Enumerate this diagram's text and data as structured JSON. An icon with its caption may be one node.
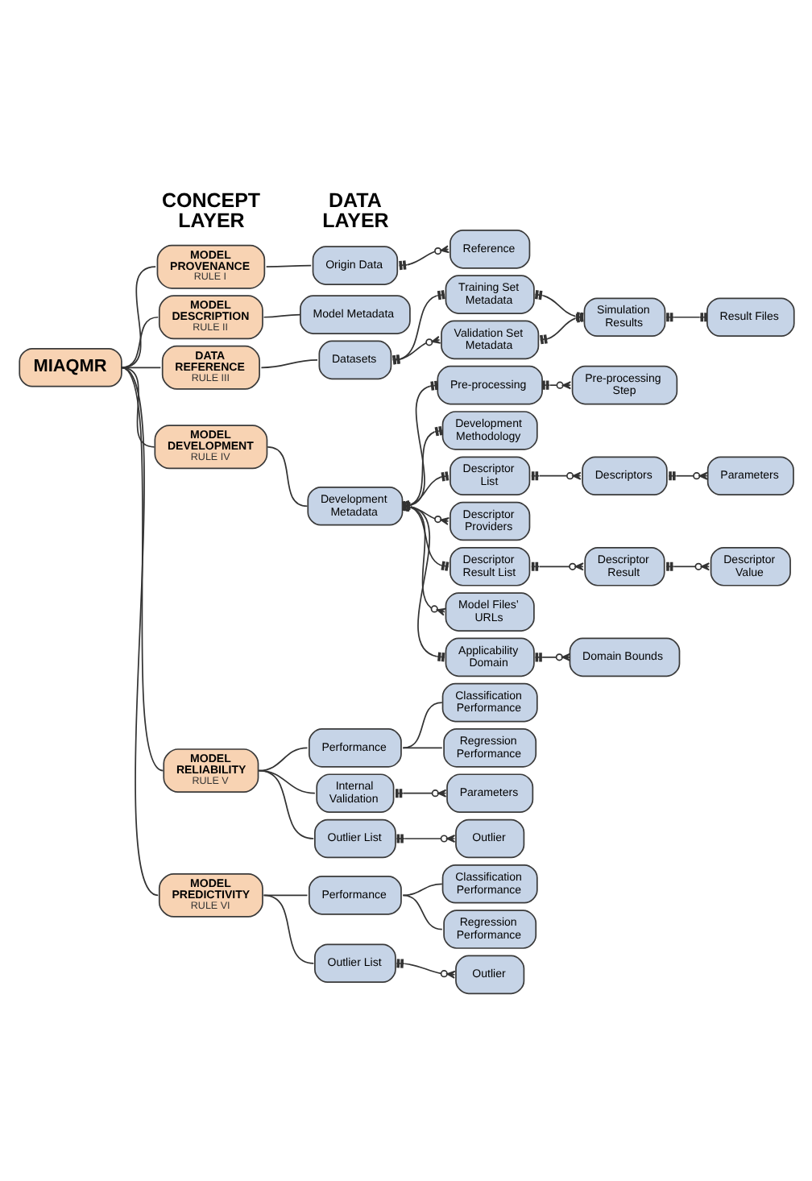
{
  "diagram": {
    "nodes": [
      {
        "text": [
          "MIAQMR"
        ]
      },
      {
        "text": [
          "MODEL PROVENANCE",
          "RULE I"
        ]
      },
      {
        "text": [
          "MODEL DESCRIPTION",
          "RULE II"
        ]
      },
      {
        "text": [
          "DATA REFERENCE",
          "RULE III"
        ]
      },
      {
        "text": [
          "MODEL DEVELOPMENT",
          "RULE IV"
        ]
      },
      {
        "text": [
          "MODEL RELIABILITY",
          "RULE V"
        ]
      },
      {
        "text": [
          "MODEL PREDICTIVITY",
          "RULE VI"
        ]
      },
      {
        "text": [
          "Origin Data"
        ]
      },
      {
        "text": [
          "Reference"
        ]
      },
      {
        "text": [
          "Model Metadata"
        ]
      },
      {
        "text": [
          "Datasets"
        ]
      },
      {
        "text": [
          "Training Set Metadata"
        ]
      },
      {
        "text": [
          "Validation Set Metadata"
        ]
      },
      {
        "text": [
          "Simulation Results"
        ]
      },
      {
        "text": [
          "Result Files"
        ]
      },
      {
        "text": [
          "Development Metadata"
        ]
      },
      {
        "text": [
          "Pre-processing"
        ]
      },
      {
        "text": [
          "Pre-processing Step"
        ]
      },
      {
        "text": [
          "Development Methodology"
        ]
      },
      {
        "text": [
          "Descriptor List"
        ]
      },
      {
        "text": [
          "Descriptors"
        ]
      },
      {
        "text": [
          "Parameters"
        ]
      },
      {
        "text": [
          "Descriptor Providers"
        ]
      },
      {
        "text": [
          "Descriptor Result List"
        ]
      },
      {
        "text": [
          "Descriptor Result"
        ]
      },
      {
        "text": [
          "Descriptor Value"
        ]
      },
      {
        "text": [
          "Model Files’ URLs"
        ]
      },
      {
        "text": [
          "Applicability Domain"
        ]
      },
      {
        "text": [
          "Domain Bounds"
        ]
      },
      {
        "text": [
          "Performance"
        ]
      },
      {
        "text": [
          "Classification Performance"
        ]
      },
      {
        "text": [
          "Regression Performance"
        ]
      },
      {
        "text": [
          "Internal Validation"
        ]
      },
      {
        "text": [
          "Parameters"
        ]
      },
      {
        "text": [
          "Outlier List"
        ]
      },
      {
        "text": [
          "Outlier"
        ]
      },
      {
        "text": [
          "Performance"
        ]
      },
      {
        "text": [
          "Classification Performance"
        ]
      },
      {
        "text": [
          "Regression Performance"
        ]
      },
      {
        "text": [
          "Outlier List"
        ]
      },
      {
        "text": [
          "Outlier"
        ]
      }
    ],
    "edges": [
      {
        "from": 0,
        "to": 1,
        "arrow": "none"
      },
      {
        "from": 0,
        "to": 2,
        "arrow": "none"
      },
      {
        "from": 0,
        "to": 3,
        "arrow": "none"
      },
      {
        "from": 0,
        "to": 4,
        "arrow": "none"
      },
      {
        "from": 0,
        "to": 5,
        "arrow": "none"
      },
      {
        "from": 0,
        "to": 6,
        "arrow": "none"
      },
      {
        "from": 1,
        "to": 7,
        "arrow": "none"
      },
      {
        "from": 7,
        "to": 8,
        "arrow": "other"
      },
      {
        "from": 2,
        "to": 9,
        "arrow": "none"
      },
      {
        "from": 3,
        "to": 10,
        "arrow": "none"
      },
      {
        "from": 10,
        "to": 11,
        "arrow": "other"
      },
      {
        "from": 10,
        "to": 12,
        "arrow": "other"
      },
      {
        "from": 11,
        "to": 13,
        "arrow": "other"
      },
      {
        "from": 12,
        "to": 13,
        "arrow": "other"
      },
      {
        "from": 13,
        "to": 14,
        "arrow": "other"
      },
      {
        "from": 4,
        "to": 15,
        "arrow": "none"
      },
      {
        "from": 15,
        "to": 16,
        "arrow": "other"
      },
      {
        "from": 16,
        "to": 17,
        "arrow": "other"
      },
      {
        "from": 15,
        "to": 18,
        "arrow": "other"
      },
      {
        "from": 15,
        "to": 19,
        "arrow": "other"
      },
      {
        "from": 19,
        "to": 20,
        "arrow": "other"
      },
      {
        "from": 20,
        "to": 21,
        "arrow": "other"
      },
      {
        "from": 15,
        "to": 22,
        "arrow": "other"
      },
      {
        "from": 15,
        "to": 23,
        "arrow": "other"
      },
      {
        "from": 23,
        "to": 24,
        "arrow": "other"
      },
      {
        "from": 24,
        "to": 25,
        "arrow": "other"
      },
      {
        "from": 15,
        "to": 26,
        "arrow": "other"
      },
      {
        "from": 15,
        "to": 27,
        "arrow": "other"
      },
      {
        "from": 27,
        "to": 28,
        "arrow": "other"
      },
      {
        "from": 5,
        "to": 29,
        "arrow": "none"
      },
      {
        "from": 29,
        "to": 30,
        "arrow": "none"
      },
      {
        "from": 29,
        "to": 31,
        "arrow": "none"
      },
      {
        "from": 5,
        "to": 32,
        "arrow": "none"
      },
      {
        "from": 32,
        "to": 33,
        "arrow": "other"
      },
      {
        "from": 5,
        "to": 34,
        "arrow": "none"
      },
      {
        "from": 34,
        "to": 35,
        "arrow": "other"
      },
      {
        "from": 6,
        "to": 36,
        "arrow": "none"
      },
      {
        "from": 36,
        "to": 37,
        "arrow": "none"
      },
      {
        "from": 36,
        "to": 38,
        "arrow": "none"
      },
      {
        "from": 6,
        "to": 39,
        "arrow": "none"
      },
      {
        "from": 39,
        "to": 40,
        "arrow": "other"
      }
    ],
    "labels": [
      "CONCEPT LAYER",
      "DATA LAYER"
    ]
  }
}
